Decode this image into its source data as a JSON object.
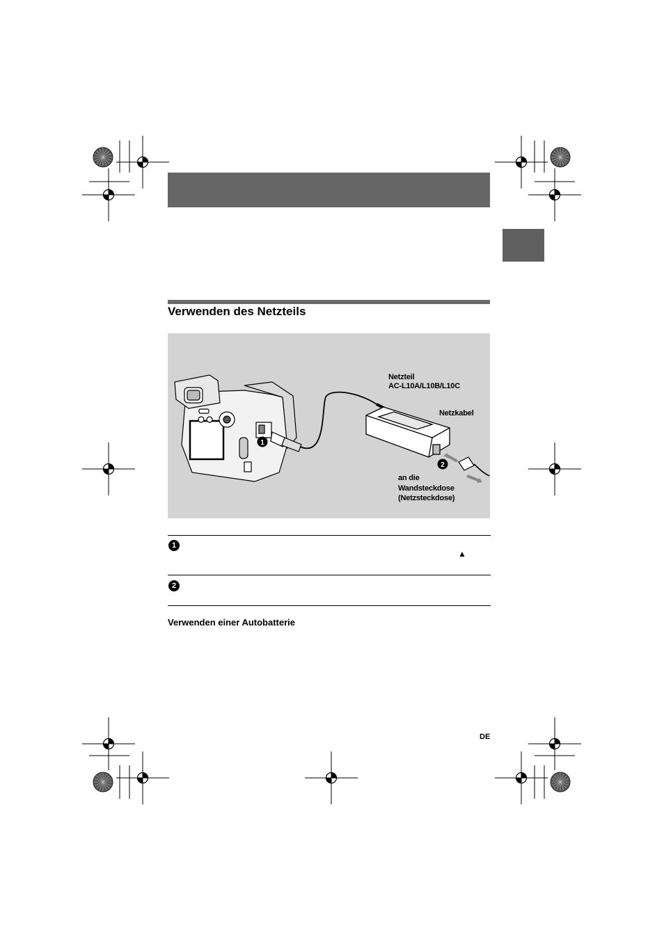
{
  "section": {
    "title": "Verwenden des Netzteils"
  },
  "figure": {
    "adapter_label_1": "Netzteil",
    "adapter_label_2": "AC-L10A/L10B/L10C",
    "cable_label": "Netzkabel",
    "outlet_label_1": "an die",
    "outlet_label_2": "Wandsteckdose",
    "outlet_label_3": "(Netzsteckdose)",
    "callout_1": "1",
    "callout_2": "2"
  },
  "steps": [
    {
      "number": "1",
      "mark": "▲"
    },
    {
      "number": "2"
    }
  ],
  "subsection": {
    "title": "Verwenden einer Autobatterie"
  },
  "footer": {
    "language_code": "DE"
  }
}
